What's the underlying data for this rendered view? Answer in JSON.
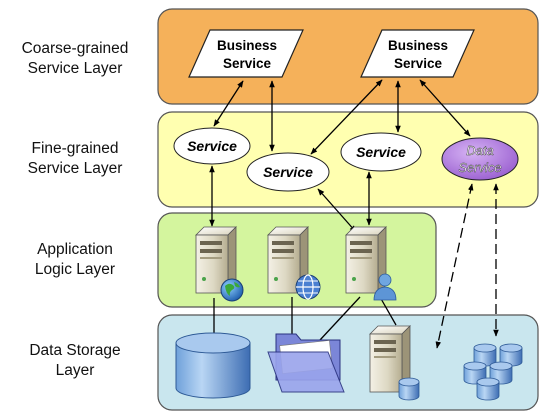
{
  "layers": [
    {
      "line1": "Coarse-grained",
      "line2": "Service Layer"
    },
    {
      "line1": "Fine-grained",
      "line2": "Service Layer"
    },
    {
      "line1": "Application",
      "line2": "Logic Layer"
    },
    {
      "line1": "Data Storage",
      "line2": "Layer"
    }
  ],
  "business_services": [
    {
      "line1": "Business",
      "line2": "Service"
    },
    {
      "line1": "Business",
      "line2": "Service"
    }
  ],
  "services": [
    "Service",
    "Service",
    "Service"
  ],
  "data_service": {
    "line1": "Data",
    "line2": "Service"
  },
  "colors": {
    "coarse_fill": "#F5B15A",
    "fine_fill": "#FFFFB0",
    "app_fill": "#D4F59E",
    "storage_fill": "#C9E6EE",
    "data_service_fill": "#B784E0"
  },
  "icons": [
    "server-icon",
    "globe-icon",
    "user-icon",
    "folder-icon",
    "database-icon"
  ]
}
